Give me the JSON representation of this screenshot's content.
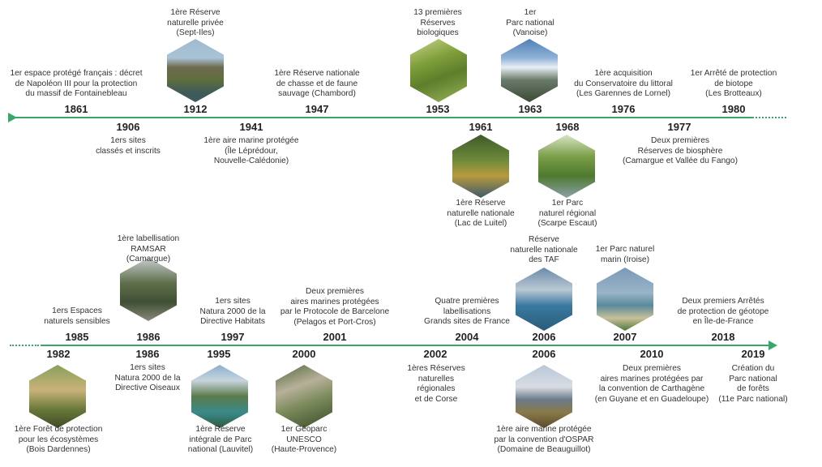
{
  "events": [
    {
      "year": "1861",
      "text": "1er espace protégé français : décret\nde Napoléon III pour la protection\ndu massif de Fontainebleau"
    },
    {
      "year": "1906",
      "text": "1ers sites\nclassés et inscrits"
    },
    {
      "year": "1912",
      "text": "1ère Réserve\nnaturelle privée\n(Sept-Iles)"
    },
    {
      "year": "1941",
      "text": "1ère aire marine protégée\n(Île Léprédour,\nNouvelle-Calédonie)"
    },
    {
      "year": "1947",
      "text": "1ère Réserve nationale\nde chasse et de faune\nsauvage (Chambord)"
    },
    {
      "year": "1953",
      "text": "13 premières\nRéserves\nbiologiques"
    },
    {
      "year": "1961",
      "text": "1ère Réserve\nnaturelle nationale\n(Lac de Luitel)"
    },
    {
      "year": "1963",
      "text": "1er\nParc national\n(Vanoise)"
    },
    {
      "year": "1968",
      "text": "1er Parc\nnaturel régional\n(Scarpe Escaut)"
    },
    {
      "year": "1976",
      "text": "1ère acquisition\ndu Conservatoire du littoral\n(Les Garennes de Lornel)"
    },
    {
      "year": "1977",
      "text": "Deux premières\nRéserves de biosphère\n(Camargue et Vallée du Fango)"
    },
    {
      "year": "1980",
      "text": "1er Arrêté de protection\nde biotope\n(Les Brotteaux)"
    },
    {
      "year": "1982",
      "text": "1ère Forêt de protection\npour les écosystèmes\n(Bois Dardennes)"
    },
    {
      "year": "1985",
      "text": "1ers Espaces\nnaturels sensibles"
    },
    {
      "year": "1986",
      "text": "1ère labellisation\nRAMSAR\n(Camargue)"
    },
    {
      "year": "1986",
      "text": "1ers sites\nNatura 2000 de la\nDirective Oiseaux"
    },
    {
      "year": "1995",
      "text": "1ère Réserve\nintégrale de Parc\nnational (Lauvitel)"
    },
    {
      "year": "1997",
      "text": "1ers sites\nNatura 2000 de la\nDirective Habitats"
    },
    {
      "year": "2000",
      "text": "1er Géoparc\nUNESCO\n(Haute-Provence)"
    },
    {
      "year": "2001",
      "text": "Deux premières\naires marines protégées\npar le Protocole de Barcelone\n(Pelagos et Port-Cros)"
    },
    {
      "year": "2002",
      "text": "1ères Réserves\nnaturelles\nrégionales\net de Corse"
    },
    {
      "year": "2004",
      "text": "Quatre premières\nlabellisations\nGrands sites de France"
    },
    {
      "year": "2006",
      "text": "Réserve\nnaturelle nationale\ndes TAF"
    },
    {
      "year": "2006",
      "text": "1ère aire marine protégée\npar la convention d'OSPAR\n(Domaine de Beauguillot)"
    },
    {
      "year": "2007",
      "text": "1er Parc naturel\nmarin (Iroise)"
    },
    {
      "year": "2010",
      "text": "Deux premières\naires marines protégées par\nla convention de Carthagène\n(en Guyane et en Guadeloupe)"
    },
    {
      "year": "2018",
      "text": "Deux premiers Arrêtés\nde protection de géotope\nen Île-de-France"
    },
    {
      "year": "2019",
      "text": "Création du\nParc national\nde forêts\n(11e Parc national)"
    }
  ],
  "colors": {
    "timeline": "#3aa66a"
  }
}
